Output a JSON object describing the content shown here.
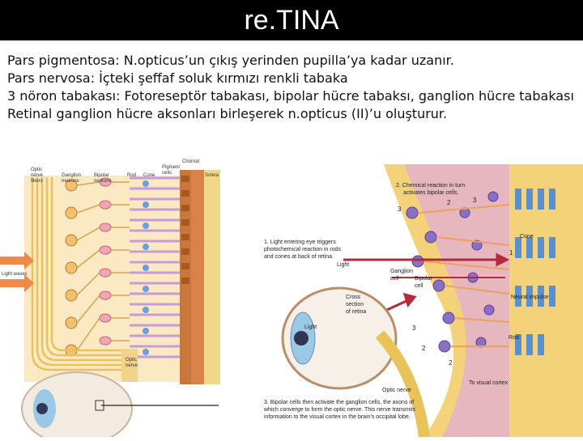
{
  "slide": {
    "title": "re.TINA",
    "lines": [
      "Pars pigmentosa: N.opticus’un çıkış yerinden pupilla’ya kadar uzanır.",
      "Pars nervosa: İçteki şeffaf soluk kırmızı renkli tabaka",
      "3 nöron tabakası: Fotoreseptör tabakası, bipolar hücre tabaksı, ganglion hücre tabakası",
      "Retinal ganglion hücre aksonları birleşerek n.opticus (II)’u oluşturur."
    ]
  },
  "left_figure": {
    "labels": {
      "optic_nerve_fibers": [
        "Optic",
        "nerve",
        "fibers"
      ],
      "ganglion_neurons": [
        "Ganglion",
        "neurons"
      ],
      "bipolar_neurons": [
        "Bipolar",
        "neurons"
      ],
      "rod": "Rod",
      "cone": "Cone",
      "pigment_cells": [
        "Pigment",
        "cells"
      ],
      "choroid": "Choroid",
      "sclera": "Sclera",
      "light_waves": "Light waves",
      "optic_nerve": [
        "Optic",
        "nerve"
      ]
    },
    "colors": {
      "axon": "#e9c25a",
      "cone_cell": "#d9a6c8",
      "pigment": "#c9783b",
      "sclera": "#f3d789"
    }
  },
  "right_figure": {
    "labels": {
      "step2": [
        "2. Chemical reaction in turn",
        "activates bipolar cells."
      ],
      "step1": [
        "1. Light entering eye triggers",
        "photochemical reaction in rods",
        "and cones at back of retina."
      ],
      "step3": [
        "3. Bipolar cells then activate the ganglion cells, the axons of",
        "which converge to form the optic nerve. This nerve transmits",
        "information to the visual cortex in the brain's occipital lobe."
      ],
      "light": "Light",
      "ganglion_cell": [
        "Ganglion",
        "cell"
      ],
      "bipolar_cell": [
        "Bipolar",
        "cell"
      ],
      "cross_section": [
        "Cross",
        "section",
        "of retina"
      ],
      "cone": "Cone",
      "neural_impulse": "Neural impulse",
      "rod": "Rod",
      "optic_nerve": "Optic nerve",
      "to_visual_cortex": "To visual cortex",
      "num1": "1",
      "num2": "2",
      "num3": "3"
    },
    "colors": {
      "cell_purple": "#8a6fc4",
      "cone_blue": "#5b8fd0",
      "tissue_pink": "#e7b7c0",
      "retina_yellow": "#f4d27a"
    }
  }
}
